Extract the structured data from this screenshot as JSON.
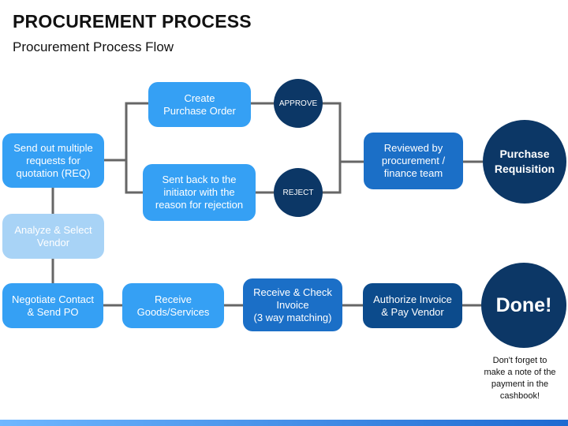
{
  "header": {
    "title": "PROCUREMENT PROCESS",
    "subtitle": "Procurement Process Flow"
  },
  "nodes": {
    "send_requests": "Send out multiple\nrequests for\nquotation (REQ)",
    "analyze_vendor": "Analyze & Select\nVendor",
    "negotiate": "Negotiate Contact\n& Send PO",
    "create_po": "Create\nPurchase Order",
    "sent_back": "Sent back to the\ninitiator with the\nreason for rejection",
    "approve": "APPROVE",
    "reject": "REJECT",
    "reviewed": "Reviewed by\nprocurement /\nfinance team",
    "purchase_requisition": "Purchase\nRequisition",
    "receive_goods": "Receive\nGoods/Services",
    "receive_invoice": "Receive & Check\nInvoice\n(3 way matching)",
    "authorize": "Authorize Invoice\n& Pay Vendor",
    "done": "Done!"
  },
  "note": "Don't forget to\nmake a note of the\npayment in the\ncashbook!",
  "colors": {
    "light_blue": "#35a0f4",
    "pale_blue": "#a8d3f6",
    "medium_blue": "#1b6fc7",
    "dark_blue": "#0c4b8c",
    "navy": "#0c3766",
    "connector": "#666666"
  }
}
